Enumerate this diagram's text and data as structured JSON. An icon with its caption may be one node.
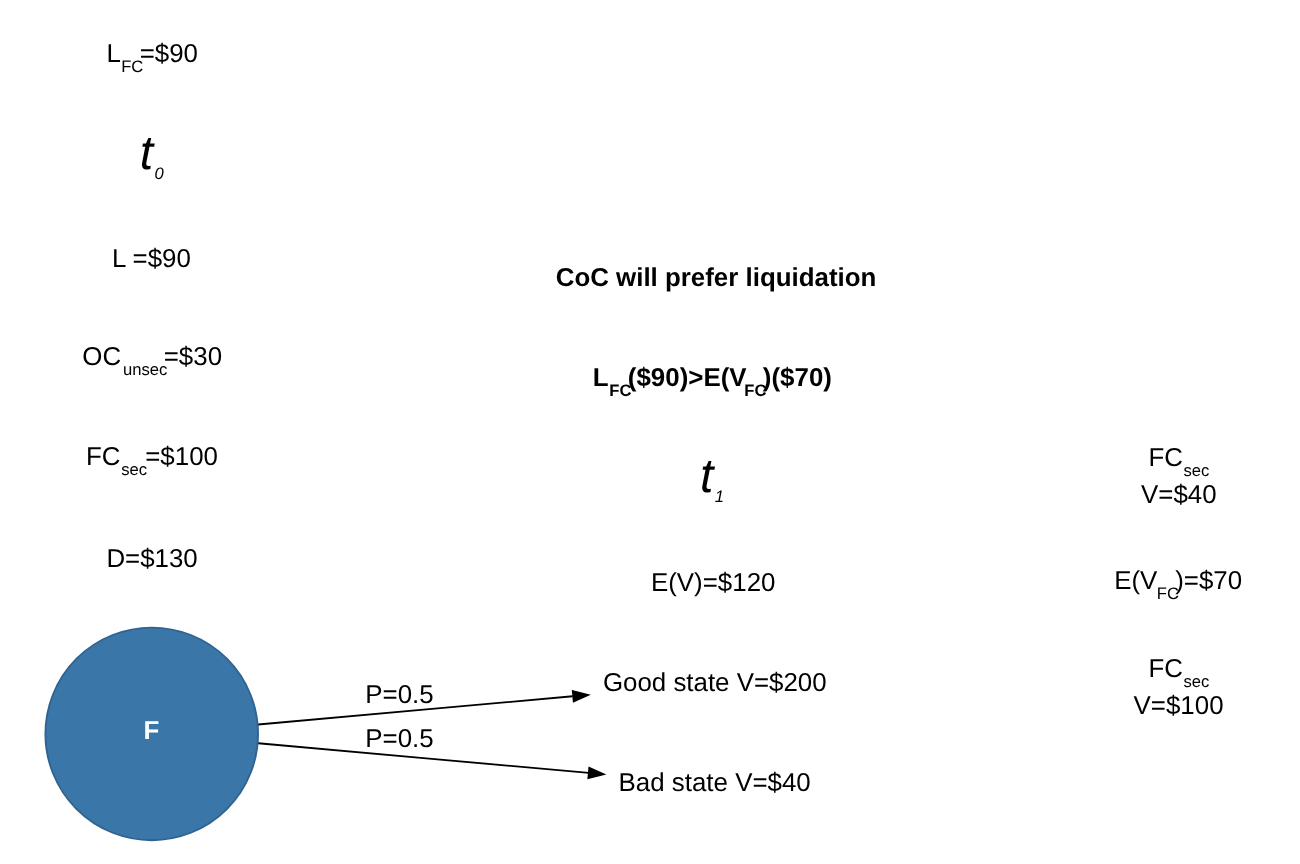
{
  "diagram": {
    "nodes": [
      {
        "text": [
          "F"
        ]
      },
      {
        "text": [
          "Good state V=$200"
        ]
      },
      {
        "text": [
          "Bad state V=$40"
        ]
      }
    ],
    "edges": [
      {
        "from": 0,
        "to": 1,
        "arrow": "to",
        "label": "P=0.5"
      },
      {
        "from": 0,
        "to": 2,
        "arrow": "to",
        "label": "P=0.5"
      }
    ],
    "labels": [
      "D=$130",
      "FC$_{sec}$=$100",
      "OC$_{unsec}$=$30",
      "L =$90",
      "FC$_{sec}$ V=$100",
      "E(V)=$120",
      "E(V$_{FC}$)=$70",
      "FC$_{sec}$ V=$40",
      "t$_{0}$",
      "t$_{1}$",
      "L$_{FC}$=$90",
      "L$_{FC}$($90)>E(V$_{FC}$)($70)",
      "CoC will prefer liquidation"
    ]
  }
}
